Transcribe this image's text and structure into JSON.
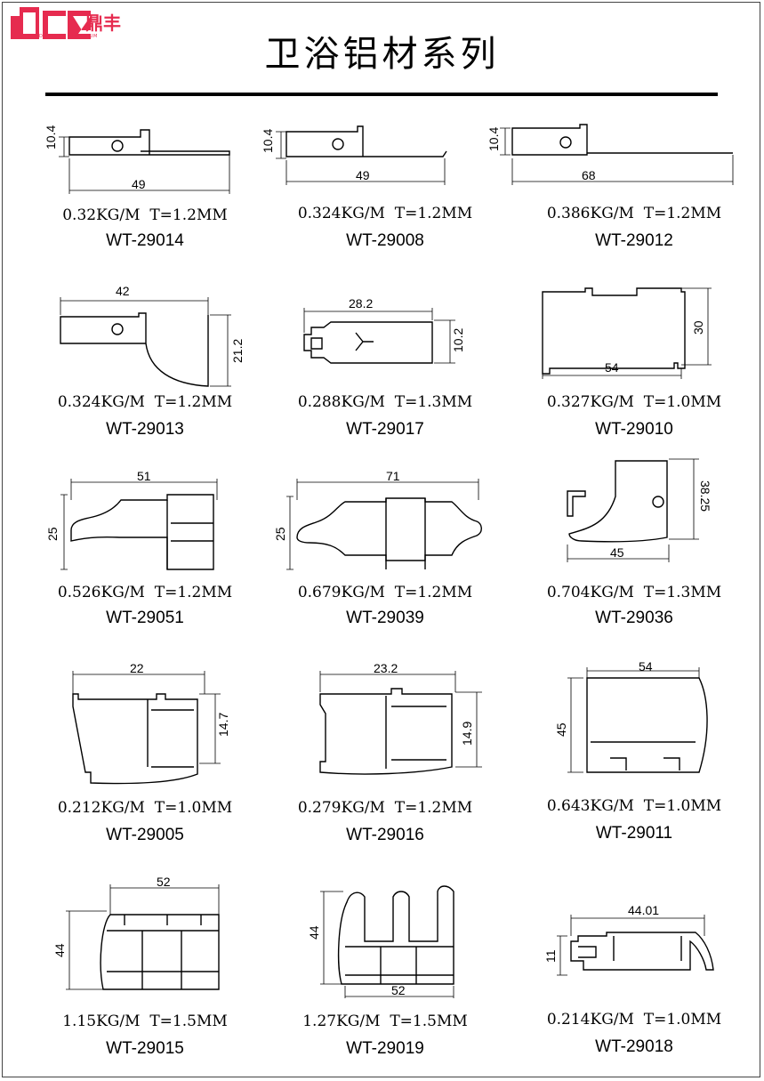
{
  "header": {
    "logo_text": "DFZ",
    "logo_cn": "鼎丰",
    "logo_sub": "DINGFENG ALUMINIUM",
    "title": "卫浴铝材系列"
  },
  "colors": {
    "brand": "#e62b4f",
    "ink": "#000000"
  },
  "products": [
    {
      "weight": "0.32KG/M",
      "thickness": "T=1.2MM",
      "model": "WT-29014",
      "dims": [
        "10.4",
        "49"
      ]
    },
    {
      "weight": "0.324KG/M",
      "thickness": "T=1.2MM",
      "model": "WT-29008",
      "dims": [
        "10.4",
        "49"
      ]
    },
    {
      "weight": "0.386KG/M",
      "thickness": "T=1.2MM",
      "model": "WT-29012",
      "dims": [
        "10.4",
        "68"
      ]
    },
    {
      "weight": "0.324KG/M",
      "thickness": "T=1.2MM",
      "model": "WT-29013",
      "dims": [
        "42",
        "21.2"
      ]
    },
    {
      "weight": "0.288KG/M",
      "thickness": "T=1.3MM",
      "model": "WT-29017",
      "dims": [
        "28.2",
        "10.2"
      ]
    },
    {
      "weight": "0.327KG/M",
      "thickness": "T=1.0MM",
      "model": "WT-29010",
      "dims": [
        "30",
        "54"
      ]
    },
    {
      "weight": "0.526KG/M",
      "thickness": "T=1.2MM",
      "model": "WT-29051",
      "dims": [
        "51",
        "25"
      ]
    },
    {
      "weight": "0.679KG/M",
      "thickness": "T=1.2MM",
      "model": "WT-29039",
      "dims": [
        "71",
        "25"
      ]
    },
    {
      "weight": "0.704KG/M",
      "thickness": "T=1.3MM",
      "model": "WT-29036",
      "dims": [
        "38.25",
        "45"
      ]
    },
    {
      "weight": "0.212KG/M",
      "thickness": "T=1.0MM",
      "model": "WT-29005",
      "dims": [
        "22",
        "14.7"
      ]
    },
    {
      "weight": "0.279KG/M",
      "thickness": "T=1.2MM",
      "model": "WT-29016",
      "dims": [
        "23.2",
        "14.9"
      ]
    },
    {
      "weight": "0.643KG/M",
      "thickness": "T=1.0MM",
      "model": "WT-29011",
      "dims": [
        "54",
        "45"
      ]
    },
    {
      "weight": "1.15KG/M",
      "thickness": "T=1.5MM",
      "model": "WT-29015",
      "dims": [
        "52",
        "44"
      ]
    },
    {
      "weight": "1.27KG/M",
      "thickness": "T=1.5MM",
      "model": "WT-29019",
      "dims": [
        "44",
        "52"
      ]
    },
    {
      "weight": "0.214KG/M",
      "thickness": "T=1.0MM",
      "model": "WT-29018",
      "dims": [
        "44.01",
        "11"
      ]
    }
  ]
}
